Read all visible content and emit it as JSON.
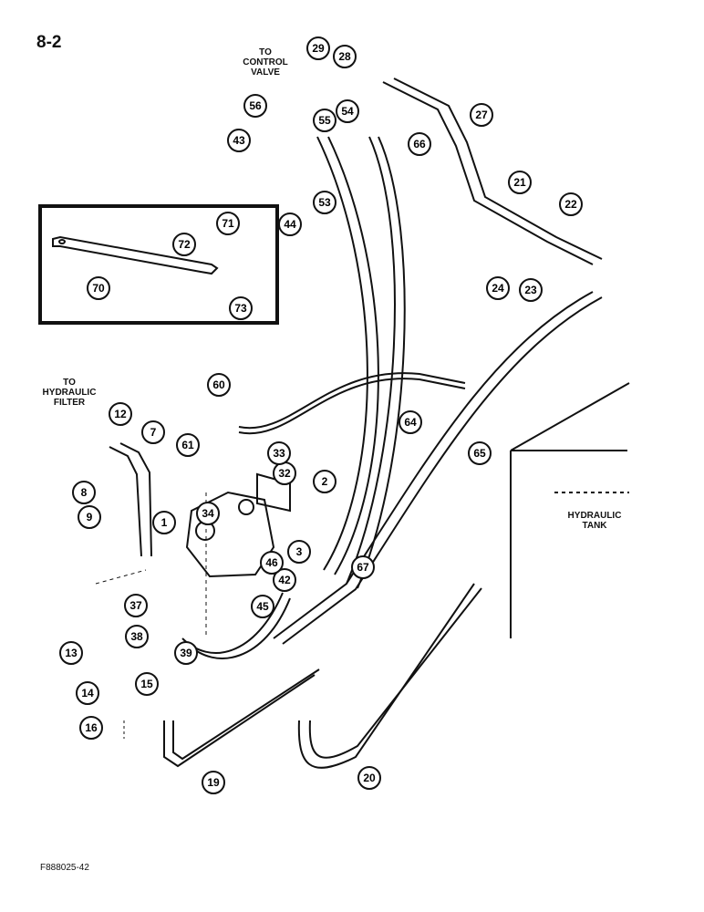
{
  "page": {
    "number": "8-2",
    "figure_code": "F888025-42"
  },
  "labels": {
    "control_valve": "TO\nCONTROL\nVALVE",
    "hydraulic_filter": "TO\nHYDRAULIC\nFILTER",
    "hydraulic_tank": "HYDRAULIC\nTANK"
  },
  "callouts": [
    "8-2",
    "1",
    "2",
    "3",
    "7",
    "8",
    "9",
    "12",
    "13",
    "14",
    "15",
    "16",
    "19",
    "20",
    "21",
    "22",
    "23",
    "24",
    "27",
    "28",
    "29",
    "32",
    "33",
    "34",
    "37",
    "38",
    "39",
    "42",
    "43",
    "44",
    "45",
    "46",
    "53",
    "54",
    "55",
    "56",
    "60",
    "61",
    "64",
    "65",
    "66",
    "67",
    "70",
    "71",
    "72",
    "73"
  ]
}
